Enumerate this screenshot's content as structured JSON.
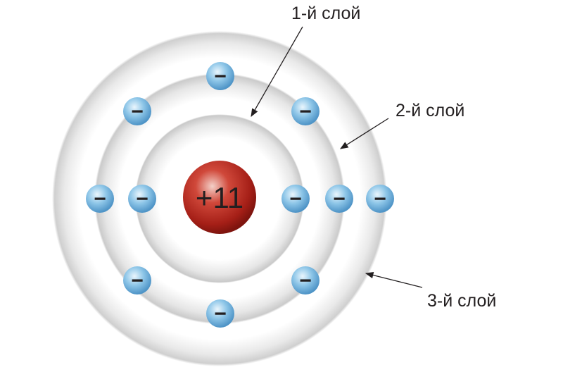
{
  "nucleus": {
    "charge_label": "+11"
  },
  "electron_symbol": "−",
  "shells": [
    {
      "label": "1-й слой",
      "electrons": 2
    },
    {
      "label": "2-й слой",
      "electrons": 8
    },
    {
      "label": "3-й слой",
      "electrons": 1
    }
  ],
  "colors": {
    "nucleus": "#b3261e",
    "electron": "#6fb3de",
    "ring": "#d9d9d9",
    "text": "#231f20"
  }
}
